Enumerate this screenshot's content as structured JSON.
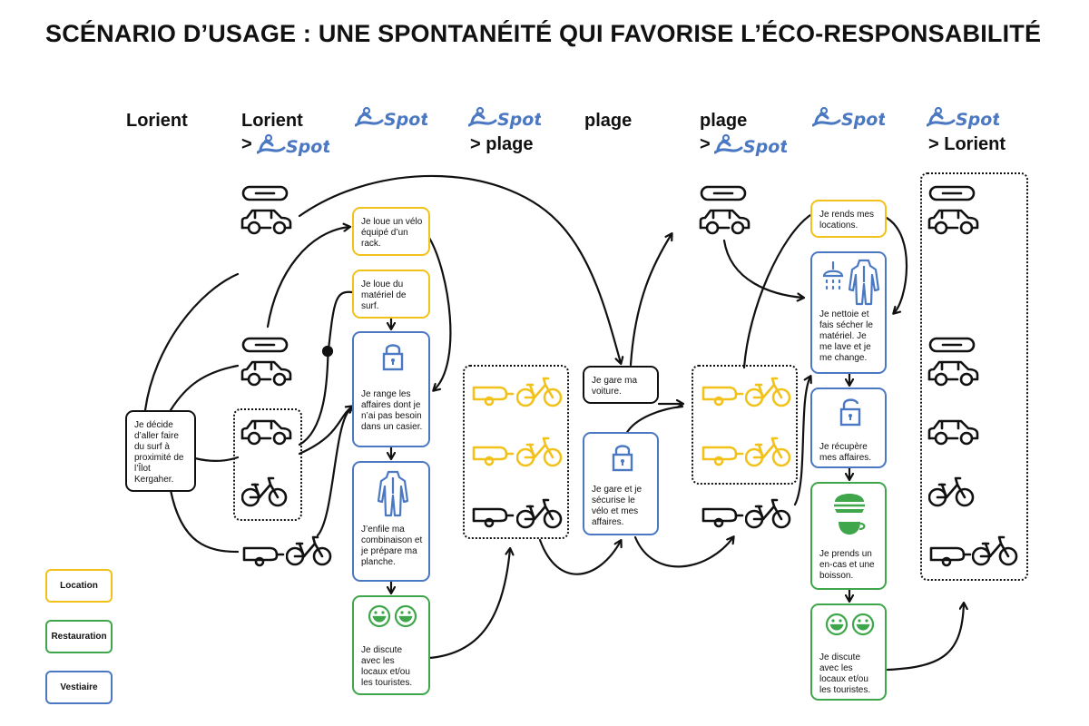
{
  "title": "SCÉNARIO D’USAGE : UNE SPONTANÉITÉ QUI FAVORISE L’ÉCO-RESPONSABILITÉ",
  "logo_text": "Spot",
  "columns": {
    "c1": "Lorient",
    "c2_line1": "Lorient",
    "c2_line2": ">",
    "c4_line2": "> plage",
    "c5": "plage",
    "c6_line1": "plage",
    "c6_line2": ">",
    "c8_line2": "> Lorient"
  },
  "boxes": {
    "decide": "Je décide d’aller faire du surf à proximité de l’Îlot Kergaher.",
    "loue_velo": "Je loue un vélo équipé d’un rack.",
    "loue_materiel": "Je loue du matériel de surf.",
    "range": "Je range les affaires dont je n’ai pas besoin dans un casier.",
    "enfile": "J’enfile ma combinaison et je prépare ma planche.",
    "discute1": "Je discute avec les locaux et/ou les touristes.",
    "gare_voiture": "Je gare ma voiture.",
    "gare_velo": "Je gare et je sécurise le vélo et mes affaires.",
    "rends": "Je rends mes locations.",
    "nettoie": "Je nettoie et fais sécher le matériel. Je me lave et je me change.",
    "recupere": "Je récupère mes affaires.",
    "prends": "Je prends un en-cas et une boisson.",
    "discute2": "Je discute avec les locaux et/ou les touristes."
  },
  "legend": {
    "location": "Location",
    "restauration": "Restauration",
    "vestiaire": "Vestiaire"
  },
  "colors": {
    "location": "#f2c21b",
    "restauration": "#3fa64b",
    "vestiaire": "#4a78c2",
    "logo": "#4a78c2"
  }
}
